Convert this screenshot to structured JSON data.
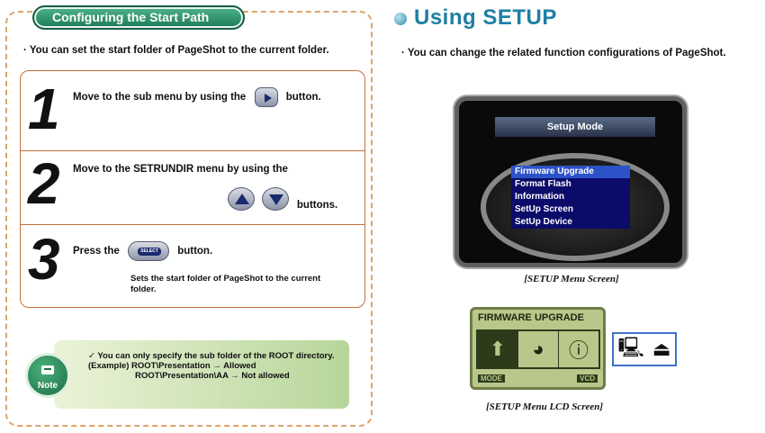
{
  "left": {
    "section_title": "Configuring the Start Path",
    "intro": "· You can set the start folder of PageShot to the current folder.",
    "steps": [
      {
        "number": "1",
        "text_before": "Move to the sub menu by using the",
        "text_after": "button."
      },
      {
        "number": "2",
        "text": "Move to the SETRUNDIR menu by using the",
        "text_after": "buttons."
      },
      {
        "number": "3",
        "text_before": "Press the",
        "text_after": "button.",
        "sub_text": "Sets the start folder of PageShot to the current folder.",
        "button_label": "SELECT"
      }
    ],
    "note": {
      "badge": "Note",
      "line1": "✓ You can only specify the sub folder of the ROOT directory.",
      "line2": "(Example) ROOT\\Presentation → Allowed",
      "line3": "ROOT\\Presentation\\AA → Not allowed"
    }
  },
  "right": {
    "heading": "Using SETUP",
    "description": "· You can change the related function configurations of PageShot.",
    "screen": {
      "title": "Setup Mode",
      "menu": [
        "Firmware Upgrade",
        "Format Flash",
        "Information",
        "SetUp Screen",
        "SetUp Device"
      ],
      "selected_index": 0
    },
    "screen_caption": "[SETUP Menu Screen]",
    "lcd": {
      "title": "FIRMWARE UPGRADE",
      "icons": [
        "upgrade-icon",
        "format-icon",
        "info-icon"
      ],
      "mode_label": "MODE",
      "vcd_label": "VCD"
    },
    "side_icons": [
      "monitor-icon",
      "device-icon"
    ],
    "lcd_caption": "[SETUP Menu LCD Screen]"
  }
}
